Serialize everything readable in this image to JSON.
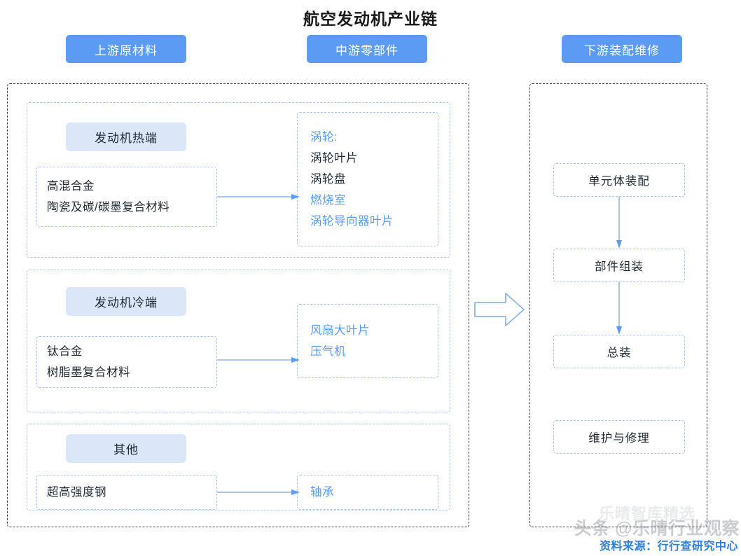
{
  "title": "航空发动机产业链",
  "colors": {
    "accent": "#5b9bf3",
    "pill_bg": "#dbe7f8",
    "dashed_outer": "#3d3d3d",
    "dashed_inner": "#a9c6ea",
    "text": "#1f2933",
    "source_blue": "#2f7fe0"
  },
  "headers": {
    "upstream": "上游原材料",
    "midstream": "中游零部件",
    "downstream": "下游装配维修"
  },
  "sections": {
    "hot": {
      "label": "发动机热端",
      "materials": [
        "高混合金",
        "陶瓷及碳/碳墨复合材料"
      ],
      "components_title": "涡轮:",
      "components": [
        {
          "text": "涡轮叶片",
          "blue": false
        },
        {
          "text": "涡轮盘",
          "blue": false
        },
        {
          "text": "燃烧室",
          "blue": true
        },
        {
          "text": "涡轮导向器叶片",
          "blue": true
        }
      ]
    },
    "cold": {
      "label": "发动机冷端",
      "materials": [
        "钛合金",
        "树脂墨复合材料"
      ],
      "components": [
        {
          "text": "风扇大叶片",
          "blue": true
        },
        {
          "text": "压气机",
          "blue": true
        }
      ]
    },
    "other": {
      "label": "其他",
      "materials": [
        "超高强度钢"
      ],
      "components": [
        {
          "text": "轴承",
          "blue": true
        }
      ]
    }
  },
  "downstream_steps": [
    "单元体装配",
    "部件组装",
    "总装",
    "维护与修理"
  ],
  "watermark": "头条 @乐晴行业观察",
  "watermark_ghost": "乐晴智库精选",
  "source": "资料来源：行行查研究中心"
}
